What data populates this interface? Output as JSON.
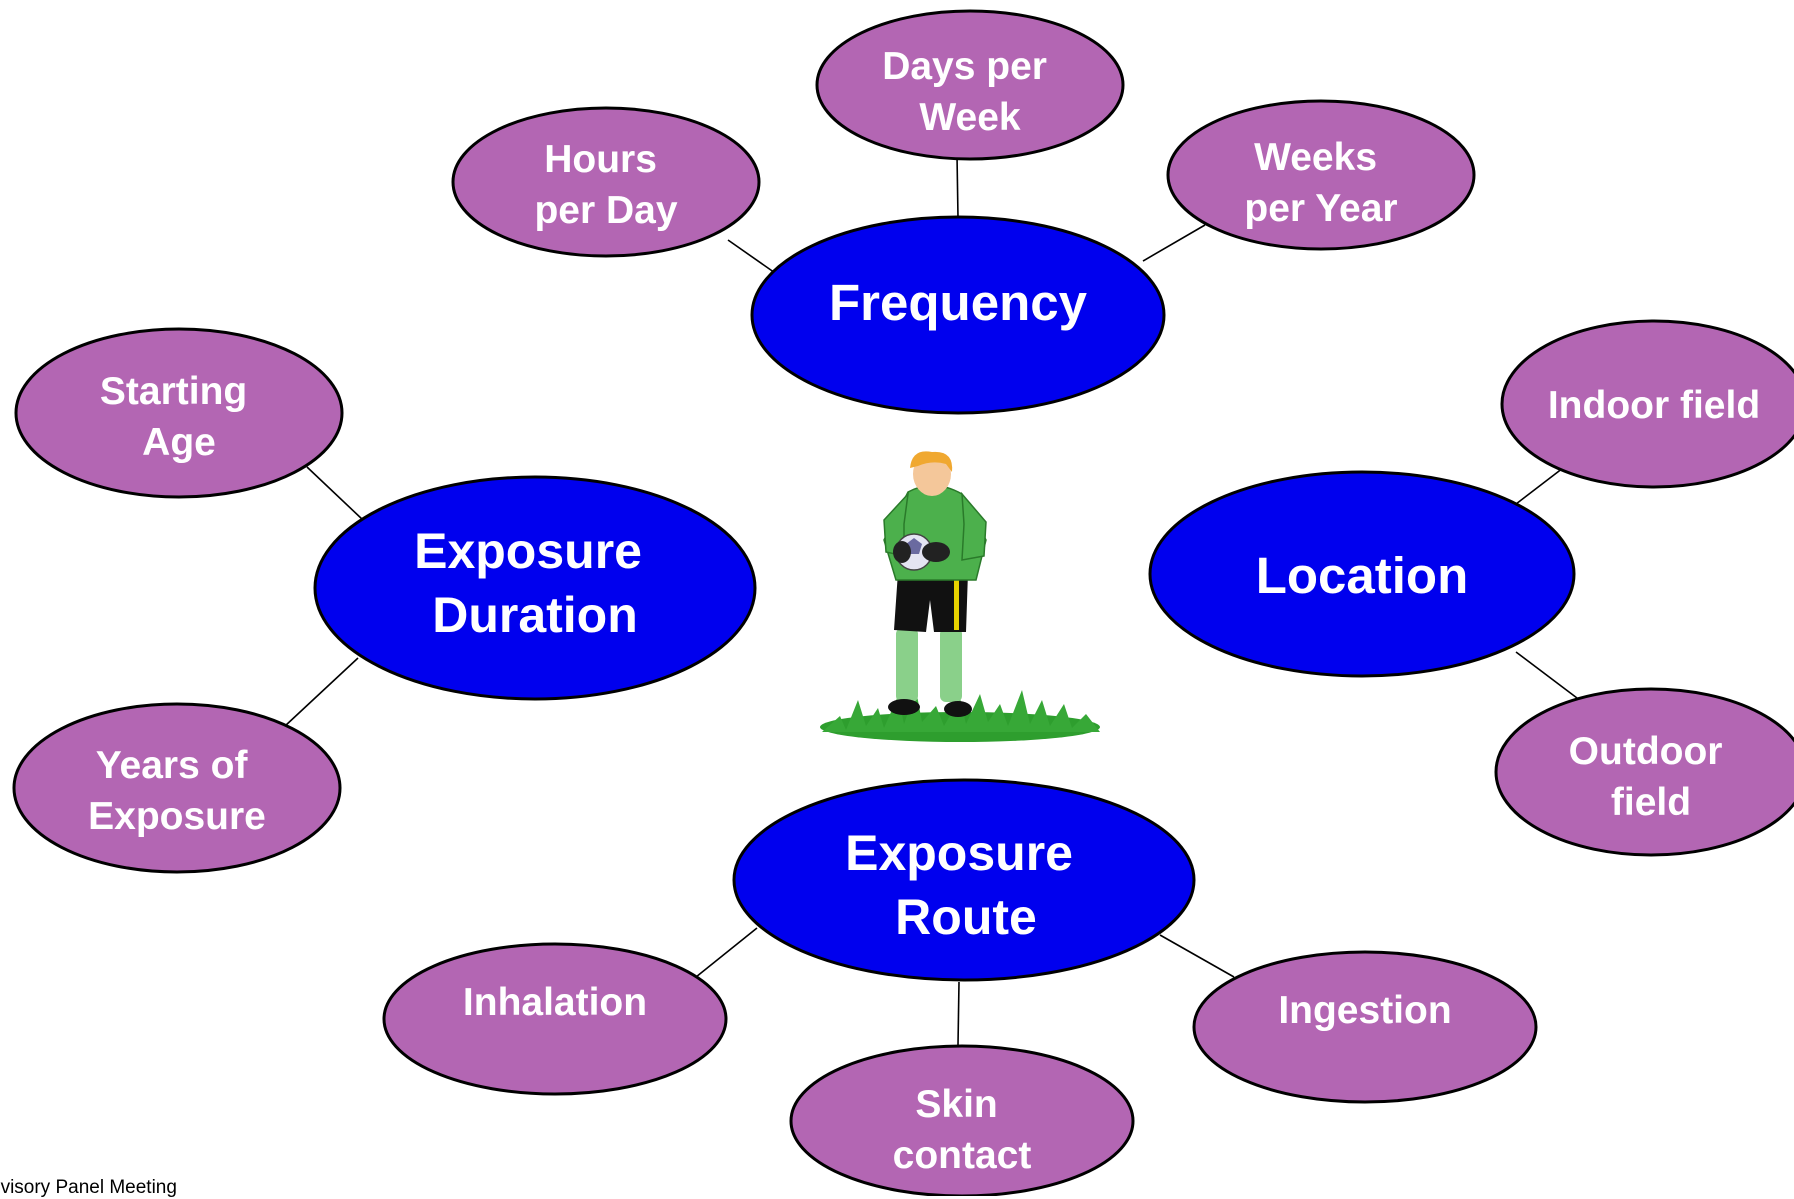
{
  "colors": {
    "primary_fill": "#0000ee",
    "secondary_fill": "#b366b3",
    "outline": "#000000",
    "text": "#ffffff",
    "connector": "#000000"
  },
  "footer": {
    "text": "dvisory Panel Meeting"
  },
  "illustration": {
    "icon": "soccer-goalkeeper-icon"
  },
  "nodes": {
    "frequency": {
      "lines": [
        "Frequency"
      ]
    },
    "hours_per_day": {
      "lines": [
        "Hours",
        "per Day"
      ]
    },
    "days_per_week": {
      "lines": [
        "Days per",
        "Week"
      ]
    },
    "weeks_per_year": {
      "lines": [
        "Weeks",
        "per Year"
      ]
    },
    "exposure_duration": {
      "lines": [
        "Exposure",
        "Duration"
      ]
    },
    "starting_age": {
      "lines": [
        "Starting",
        "Age"
      ]
    },
    "years_of_exposure": {
      "lines": [
        "Years of",
        "Exposure"
      ]
    },
    "location": {
      "lines": [
        "Location"
      ]
    },
    "indoor_field": {
      "lines": [
        "Indoor field"
      ]
    },
    "outdoor_field": {
      "lines": [
        "Outdoor",
        "field"
      ]
    },
    "exposure_route": {
      "lines": [
        "Exposure",
        "Route"
      ]
    },
    "inhalation": {
      "lines": [
        "Inhalation"
      ]
    },
    "skin_contact": {
      "lines": [
        "Skin",
        "contact"
      ]
    },
    "ingestion": {
      "lines": [
        "Ingestion"
      ]
    }
  }
}
